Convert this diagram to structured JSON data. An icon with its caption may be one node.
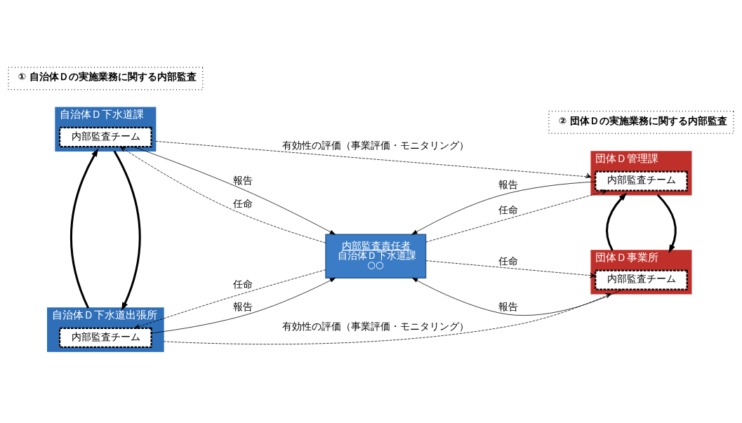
{
  "diagram": {
    "nodes": [
      {
        "text": [
          "自治体Ｄ下水道課"
        ]
      },
      {
        "text": [
          "内部監査チーム"
        ],
        "in": 0
      },
      {
        "text": [
          "団体Ｄ管理課"
        ]
      },
      {
        "text": [
          "内部監査チーム"
        ],
        "in": 2
      },
      {
        "text": [
          "① 自治体Ｄの実施業務に関する内部監査"
        ]
      },
      {
        "text": [
          "内部監査責任者",
          "自治体Ｄ下水道課",
          "○○"
        ]
      },
      {
        "text": [
          "② 団体Ｄの実施業務に関する内部監査"
        ]
      },
      {
        "text": [
          "自治体Ｄ下水道出張所"
        ]
      },
      {
        "text": [
          "内部監査チーム"
        ],
        "in": 7
      },
      {
        "text": [
          "団体Ｄ事業所"
        ]
      },
      {
        "text": [
          "内部監査チーム"
        ],
        "in": 9
      }
    ],
    "edges": [
      {
        "from": 0,
        "to": 2,
        "arrow": "to",
        "style": "dashed",
        "label": "有効性の評価（事業評価・モニタリング）"
      },
      {
        "from": 5,
        "to": 1,
        "arrow": "to",
        "style": "dashed",
        "label": "任命"
      },
      {
        "from": 1,
        "to": 5,
        "arrow": "to",
        "label": "報告"
      },
      {
        "from": 5,
        "to": 3,
        "arrow": "to",
        "style": "dashed",
        "label": "任命"
      },
      {
        "from": 3,
        "to": 5,
        "arrow": "to",
        "label": "報告"
      },
      {
        "from": 0,
        "to": 7,
        "arrow": "to",
        "style": "thick"
      },
      {
        "from": 7,
        "to": 0,
        "arrow": "to",
        "style": "thick"
      },
      {
        "from": 2,
        "to": 9,
        "arrow": "to",
        "style": "thick"
      },
      {
        "from": 9,
        "to": 2,
        "arrow": "to",
        "style": "thick"
      },
      {
        "from": 8,
        "to": 5,
        "arrow": "to",
        "label": "報告"
      },
      {
        "from": 5,
        "to": 8,
        "arrow": "to",
        "style": "dashed",
        "label": "任命"
      },
      {
        "from": 10,
        "to": 5,
        "arrow": "to",
        "label": "報告"
      },
      {
        "from": 5,
        "to": 10,
        "arrow": "to",
        "style": "dashed",
        "label": "任命"
      },
      {
        "from": 7,
        "to": 9,
        "arrow": "to",
        "style": "dashed",
        "label": "有効性の評価（事業評価・モニタリング）"
      }
    ]
  }
}
